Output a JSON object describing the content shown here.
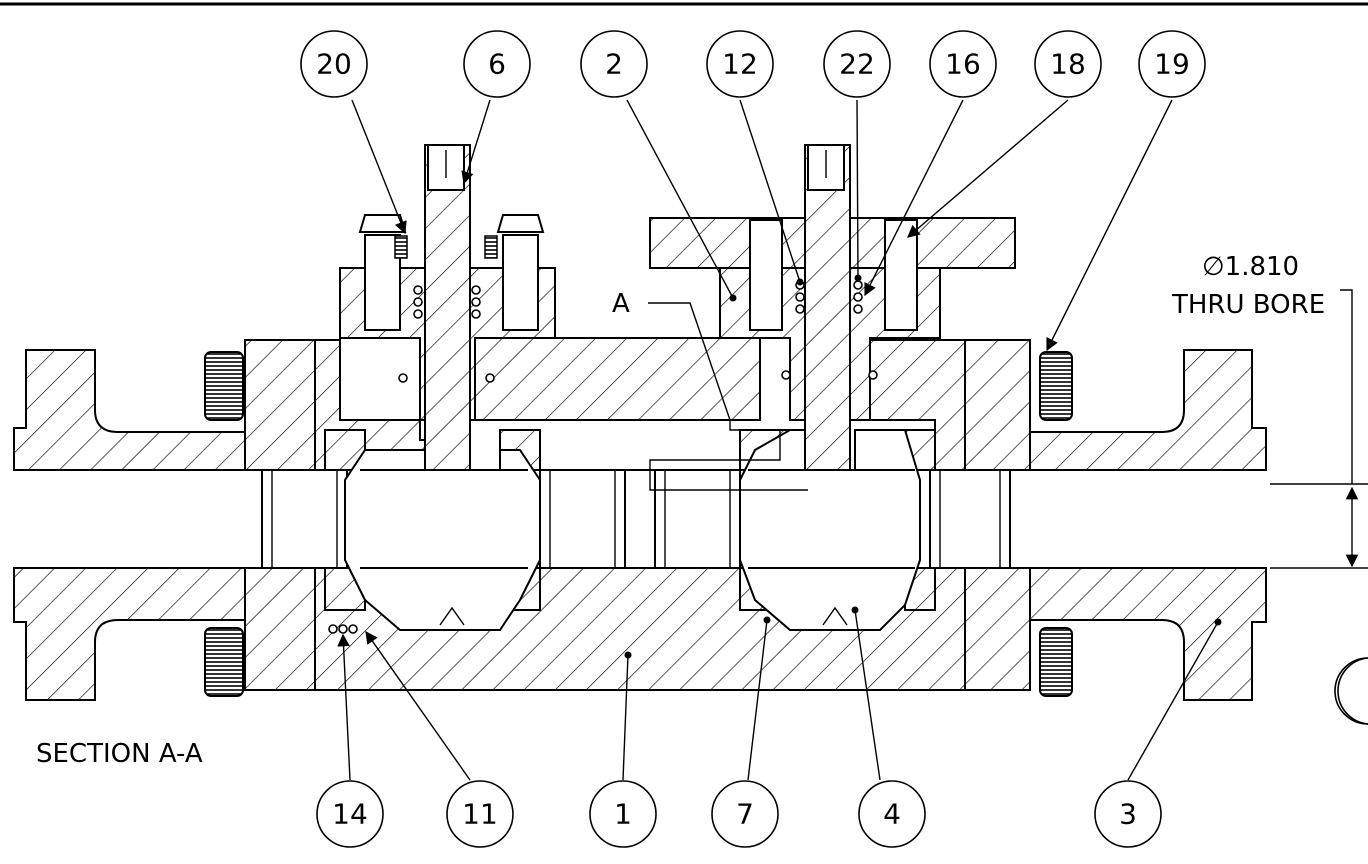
{
  "balloons_top": [
    "20",
    "6",
    "2",
    "12",
    "22",
    "16",
    "18",
    "19"
  ],
  "balloons_bottom": [
    "14",
    "11",
    "1",
    "7",
    "4",
    "3"
  ],
  "section_marker": "A",
  "bore_note": {
    "diameter": "∅1.810",
    "label": "THRU BORE"
  },
  "section_title": "SECTION A-A"
}
